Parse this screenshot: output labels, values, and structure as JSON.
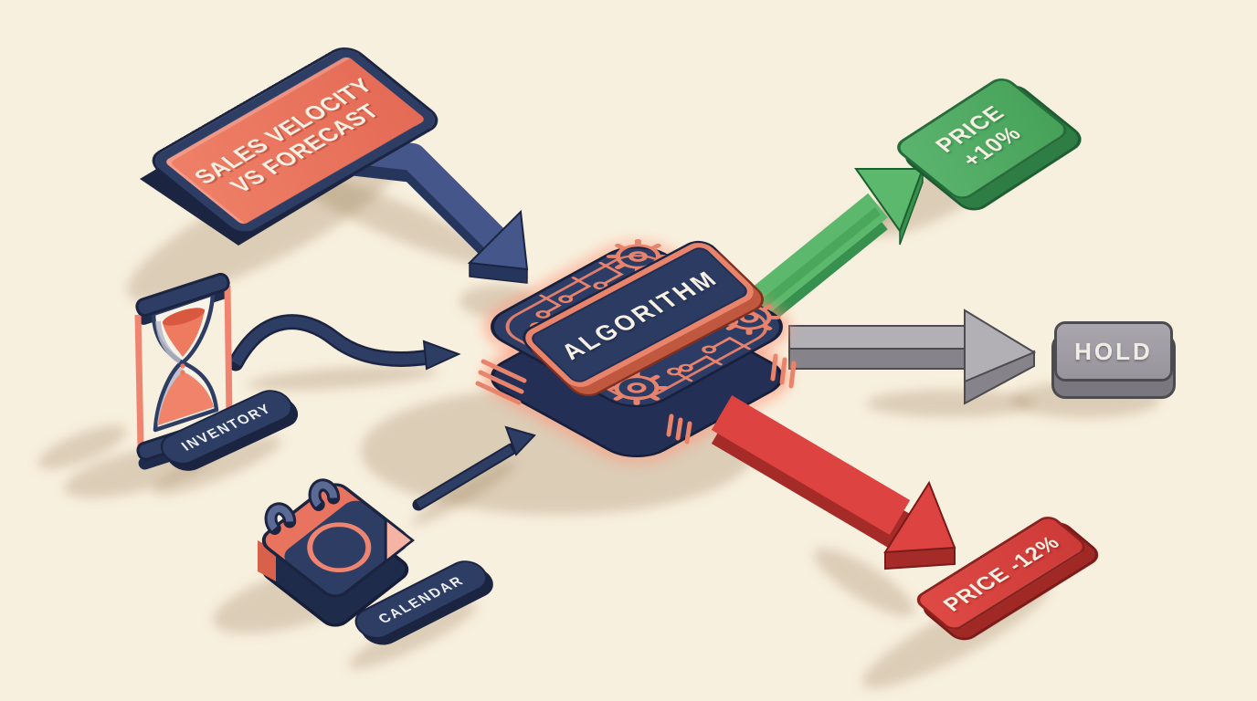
{
  "canvas": {
    "background": "#f8f0de"
  },
  "inputs": {
    "sales_sign": {
      "line1": "SALES VELOCITY",
      "line2": "VS FORECAST"
    },
    "inventory": {
      "label": "INVENTORY"
    },
    "calendar": {
      "label": "CALENDAR"
    }
  },
  "processor": {
    "label": "ALGORITHM"
  },
  "outputs": {
    "price_up": {
      "line1": "PRICE",
      "line2": "+10%"
    },
    "hold": {
      "label": "HOLD"
    },
    "price_down": {
      "label": "PRICE -12%"
    }
  },
  "palette": {
    "background": "#f8f0de",
    "navy": "#2e3d63",
    "navy_dark": "#1b2441",
    "steel_blue_arrow": "#44568a",
    "coral": "#e8745f",
    "coral_trace": "#e8836c",
    "glow": "#ff9478",
    "green": "#5cb56e",
    "green_dark": "#2e7d44",
    "gray": "#b2b0b5",
    "gray_dark": "#7a787e",
    "red": "#dd4340",
    "red_dark": "#a02926",
    "text_light": "#f6f1e4"
  }
}
